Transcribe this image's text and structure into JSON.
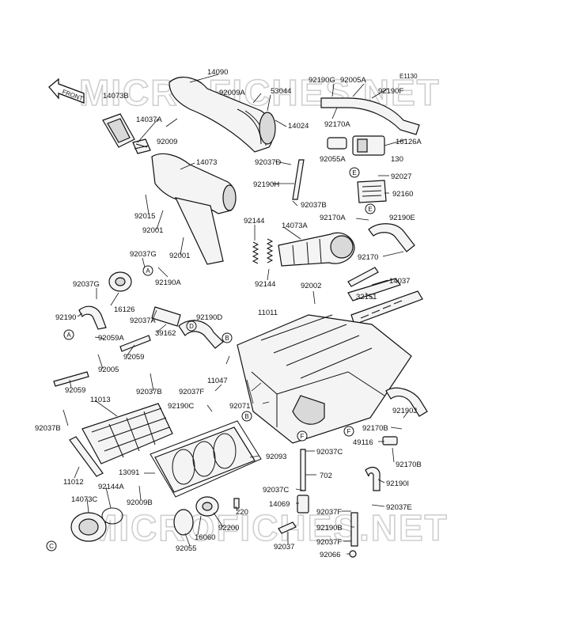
{
  "diagram_code": "E1130",
  "front_label": "FRONT",
  "watermark": "MICROFICHES.NET",
  "parts": {
    "p14090": "14090",
    "p14073b": "14073B",
    "p92009a": "92009A",
    "p53044": "53044",
    "p92190g": "92190G",
    "p92005a": "92005A",
    "p92190f": "92190F",
    "p14037a": "14037A",
    "p14024": "14024",
    "p92170a_top": "92170A",
    "p16126a": "16126A",
    "p92009": "92009",
    "p14073": "14073",
    "p92037d": "92037D",
    "p92055a": "92055A",
    "p130": "130",
    "p92027": "92027",
    "p92190h": "92190H",
    "p92160": "92160",
    "p92037b_top": "92037B",
    "p92015": "92015",
    "p92001_a": "92001",
    "p92144_top": "92144",
    "p14073a": "14073A",
    "p92170a_mid": "92170A",
    "p92190e": "92190E",
    "p92037g_a": "92037G",
    "p92001_b": "92001",
    "p92170": "92170",
    "p92190a": "92190A",
    "p92144_mid": "92144",
    "p14037": "14037",
    "p92037g_b": "92037G",
    "p92002": "92002",
    "p32151": "32151",
    "p16126": "16126",
    "p92190": "92190",
    "p92037a": "92037A",
    "p11011": "11011",
    "p92190d": "92190D",
    "p39162": "39162",
    "p92059a": "92059A",
    "p92059_a": "92059",
    "p92005": "92005",
    "p11047": "11047",
    "p92059_b": "92059",
    "p92037b_mid": "92037B",
    "p92037f_mid": "92037F",
    "p11013": "11013",
    "p92190c": "92190C",
    "p92071": "92071",
    "p92190j": "92190J",
    "p92037b_left": "92037B",
    "p92170b_a": "92170B",
    "p49116": "49116",
    "p92037c_a": "92037C",
    "p13091": "13091",
    "p92093": "92093",
    "p92170b_b": "92170B",
    "p702": "702",
    "p11012": "11012",
    "p92144a": "92144A",
    "p92190i": "92190I",
    "p92037c_b": "92037C",
    "p14073c": "14073C",
    "p92009b": "92009B",
    "p14069": "14069",
    "p92037f_a": "92037F",
    "p92037e": "92037E",
    "p220": "220",
    "p92200": "92200",
    "p92190b": "92190B",
    "p16060": "16060",
    "p92037f_b": "92037F",
    "p92055": "92055",
    "p92037": "92037",
    "p92066": "92066"
  },
  "markers": {
    "a1": "A",
    "a2": "A",
    "b1": "B",
    "b2": "B",
    "c1": "C",
    "d1": "D",
    "e1": "E",
    "e2": "E",
    "f1": "F",
    "f2": "F"
  }
}
